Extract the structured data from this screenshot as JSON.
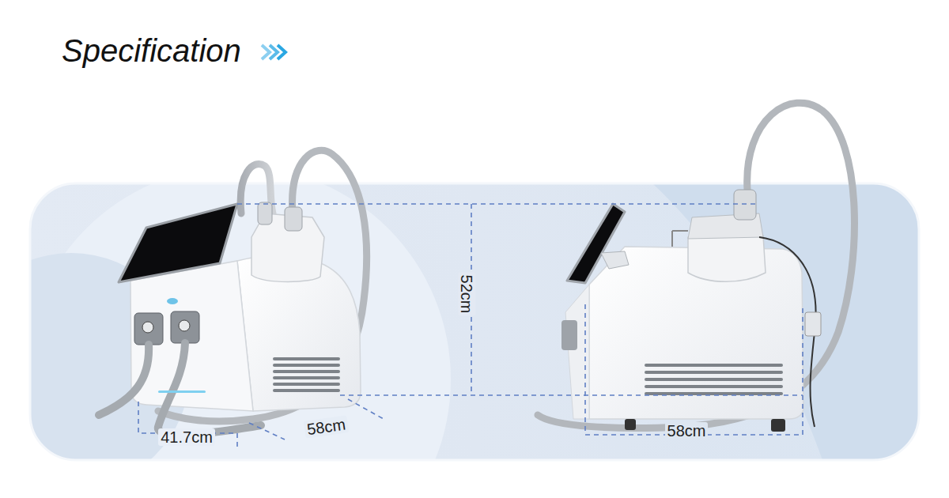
{
  "diagram": {
    "title": "Specification",
    "labels": [
      "52cm",
      "41.7cm",
      "58cm",
      "58cm"
    ]
  }
}
